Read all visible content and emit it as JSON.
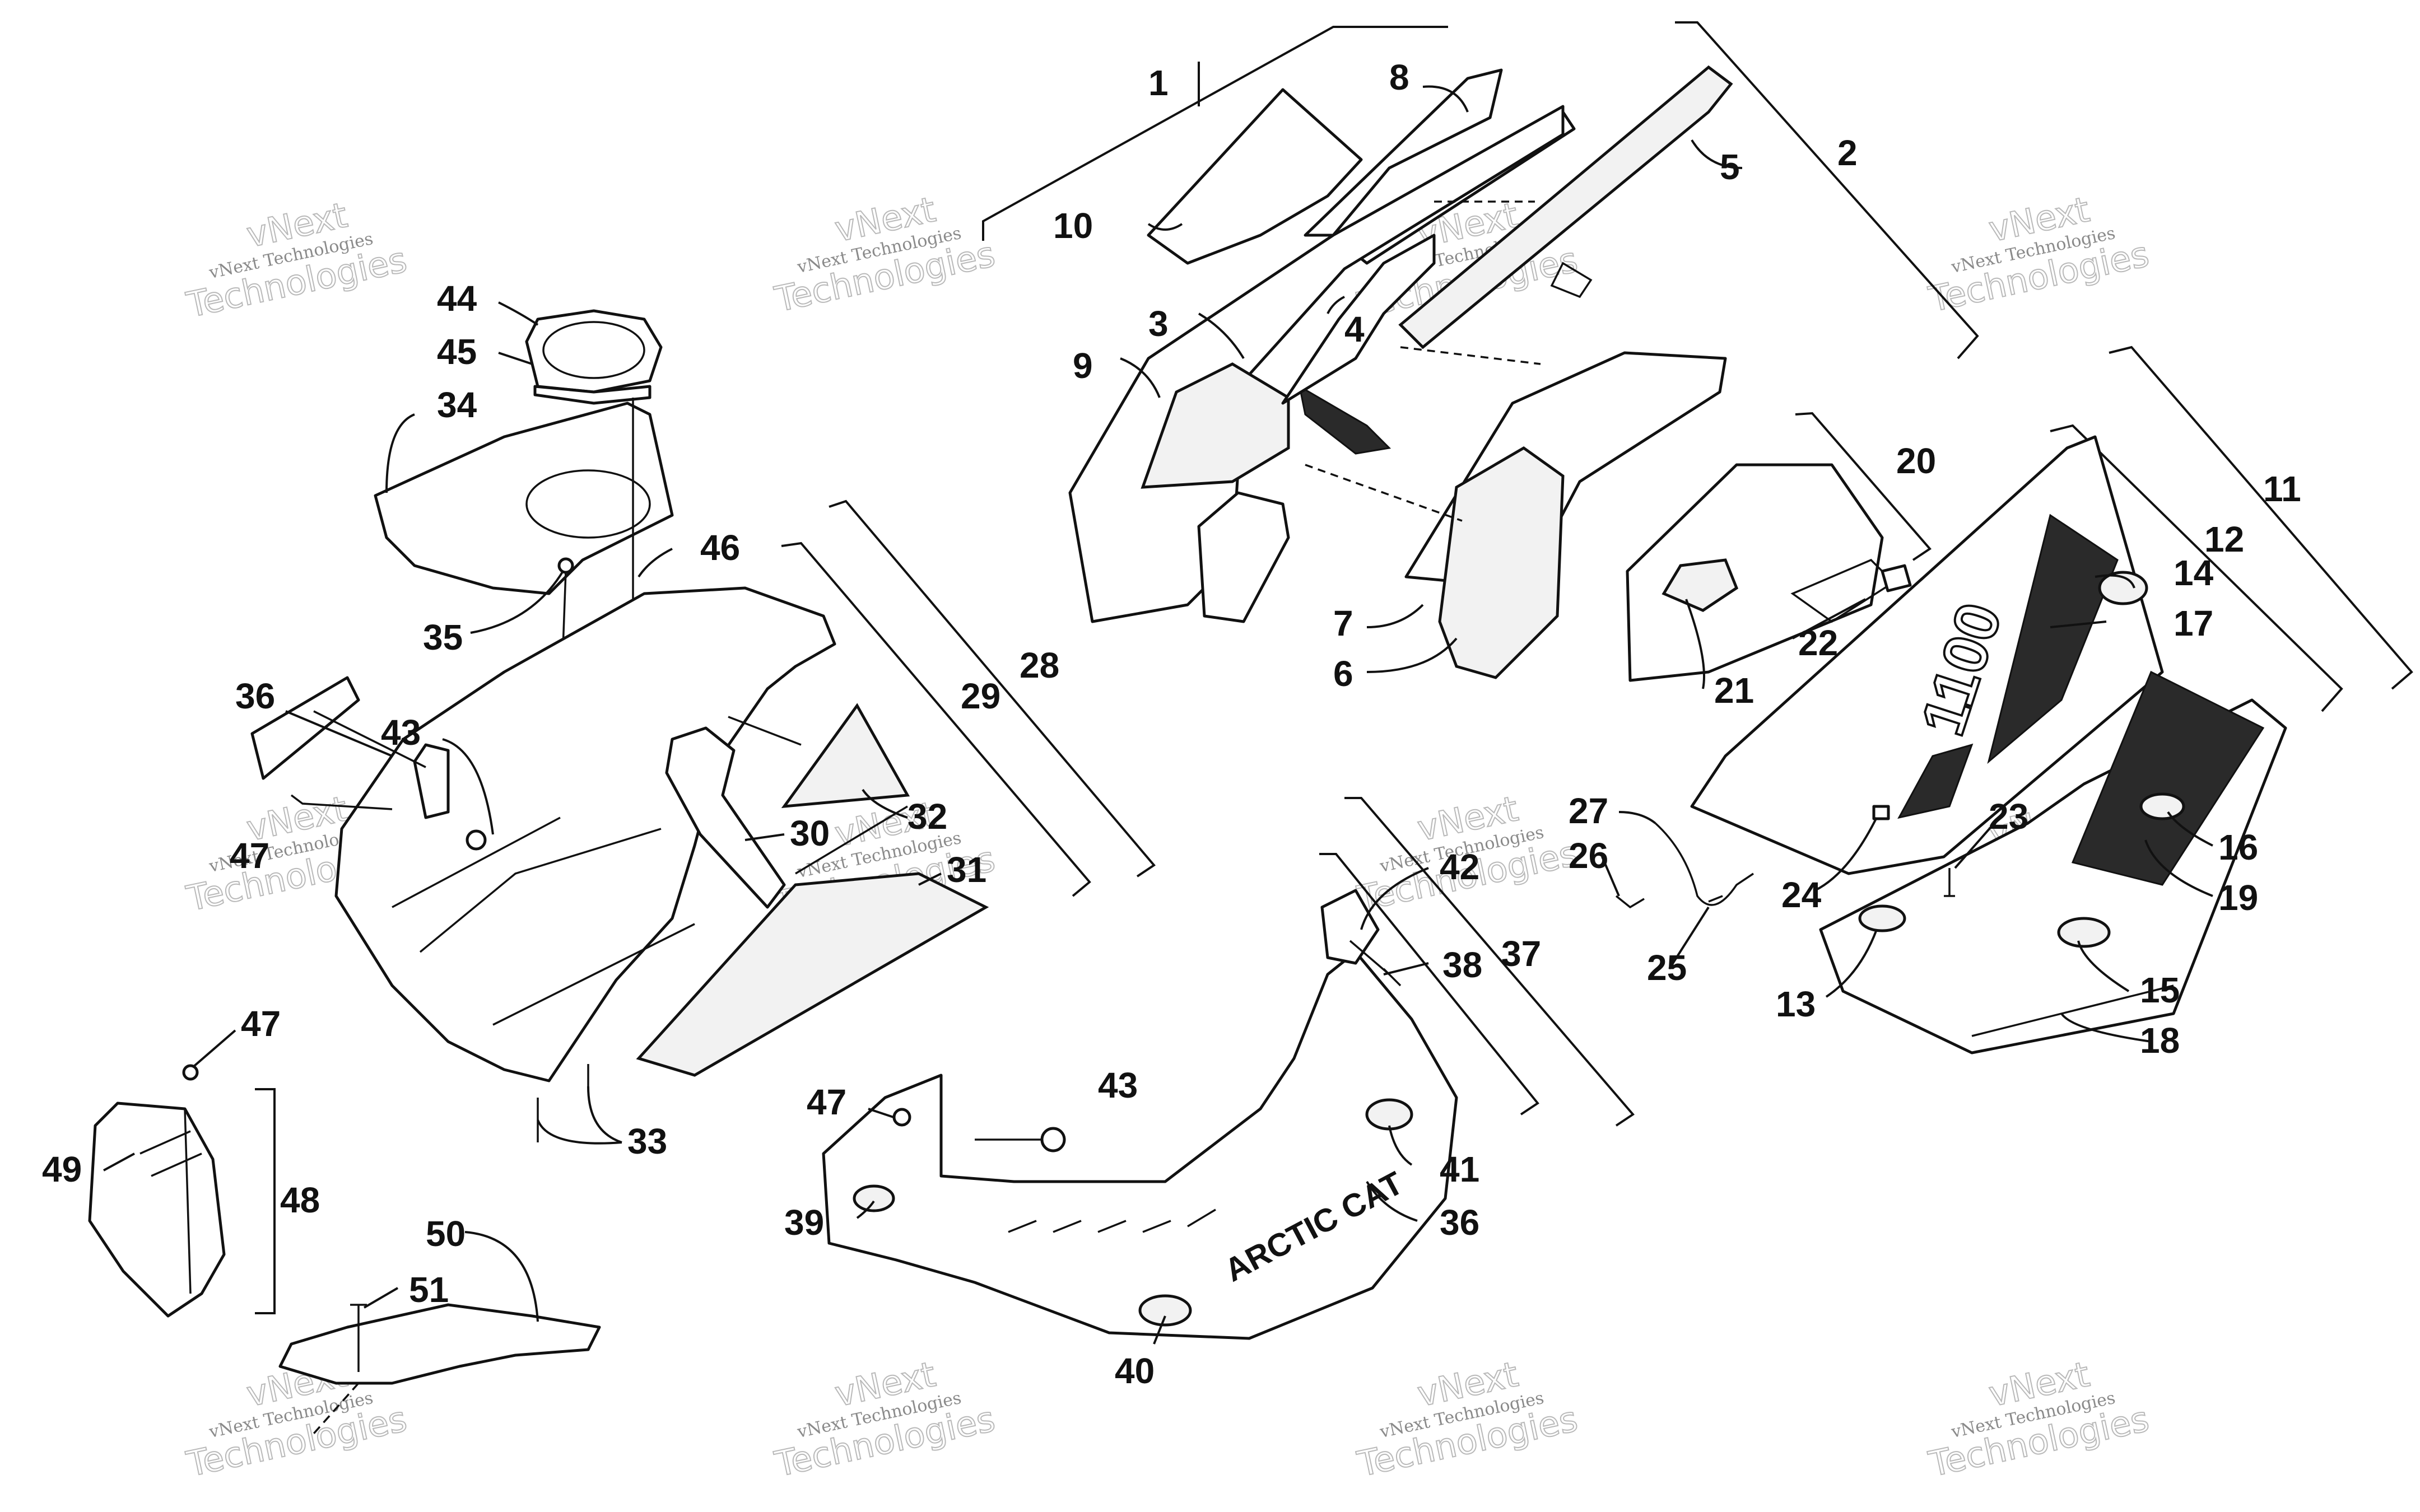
{
  "callouts": [
    "1",
    "2",
    "3",
    "4",
    "5",
    "6",
    "7",
    "8",
    "9",
    "10",
    "11",
    "12",
    "13",
    "14",
    "15",
    "16",
    "17",
    "18",
    "19",
    "20",
    "21",
    "22",
    "23",
    "24",
    "25",
    "26",
    "27",
    "28",
    "29",
    "30",
    "31",
    "32",
    "33",
    "34",
    "35",
    "36",
    "36",
    "37",
    "38",
    "39",
    "40",
    "41",
    "42",
    "43",
    "43",
    "44",
    "45",
    "46",
    "47",
    "47",
    "47",
    "48",
    "49",
    "50",
    "51"
  ],
  "watermark": {
    "small": "vNext Technologies",
    "big_top": "vNext",
    "big_bottom": "Technologies"
  },
  "decals": {
    "brand": "ARCTIC CAT",
    "model": "1100"
  },
  "colors": {
    "ink": "#111111",
    "paper": "#ffffff",
    "foam": "#f2f2f2",
    "watermark": "#8a8a8a"
  }
}
